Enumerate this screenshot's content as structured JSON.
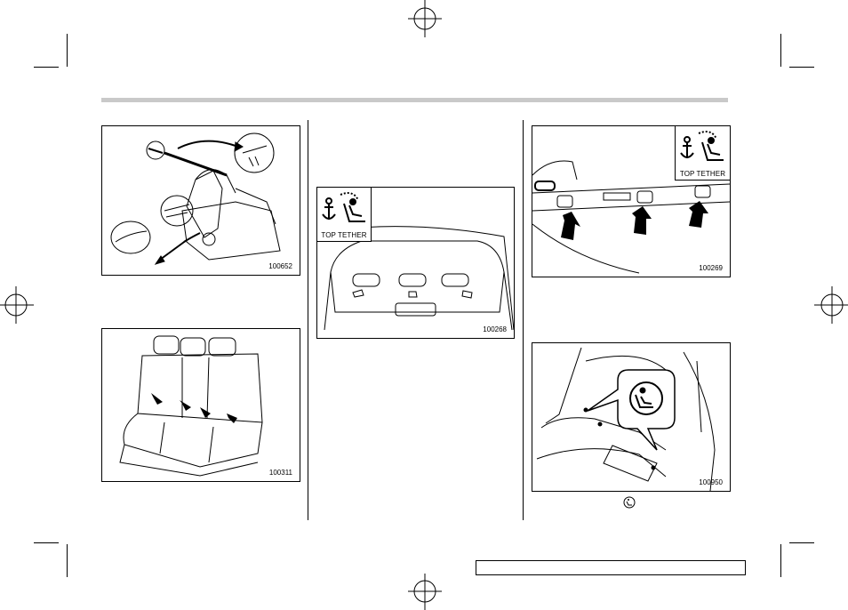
{
  "figures": {
    "fig1": {
      "code": "100652"
    },
    "fig2": {
      "code": "100311"
    },
    "fig3": {
      "code": "100268",
      "badge_label": "TOP TETHER"
    },
    "fig4": {
      "code": "100269",
      "badge_label": "TOP TETHER"
    },
    "fig5": {
      "code": "100950"
    }
  },
  "icons": {
    "anchor": "anchor-icon",
    "child_seat": "child-seat-icon",
    "lower_anchor": "lower-anchor-symbol-icon",
    "arrow": "arrow-icon",
    "registration": "registration-mark-icon"
  },
  "colors": {
    "header_rule": "#c9c9c9",
    "line": "#000000"
  }
}
